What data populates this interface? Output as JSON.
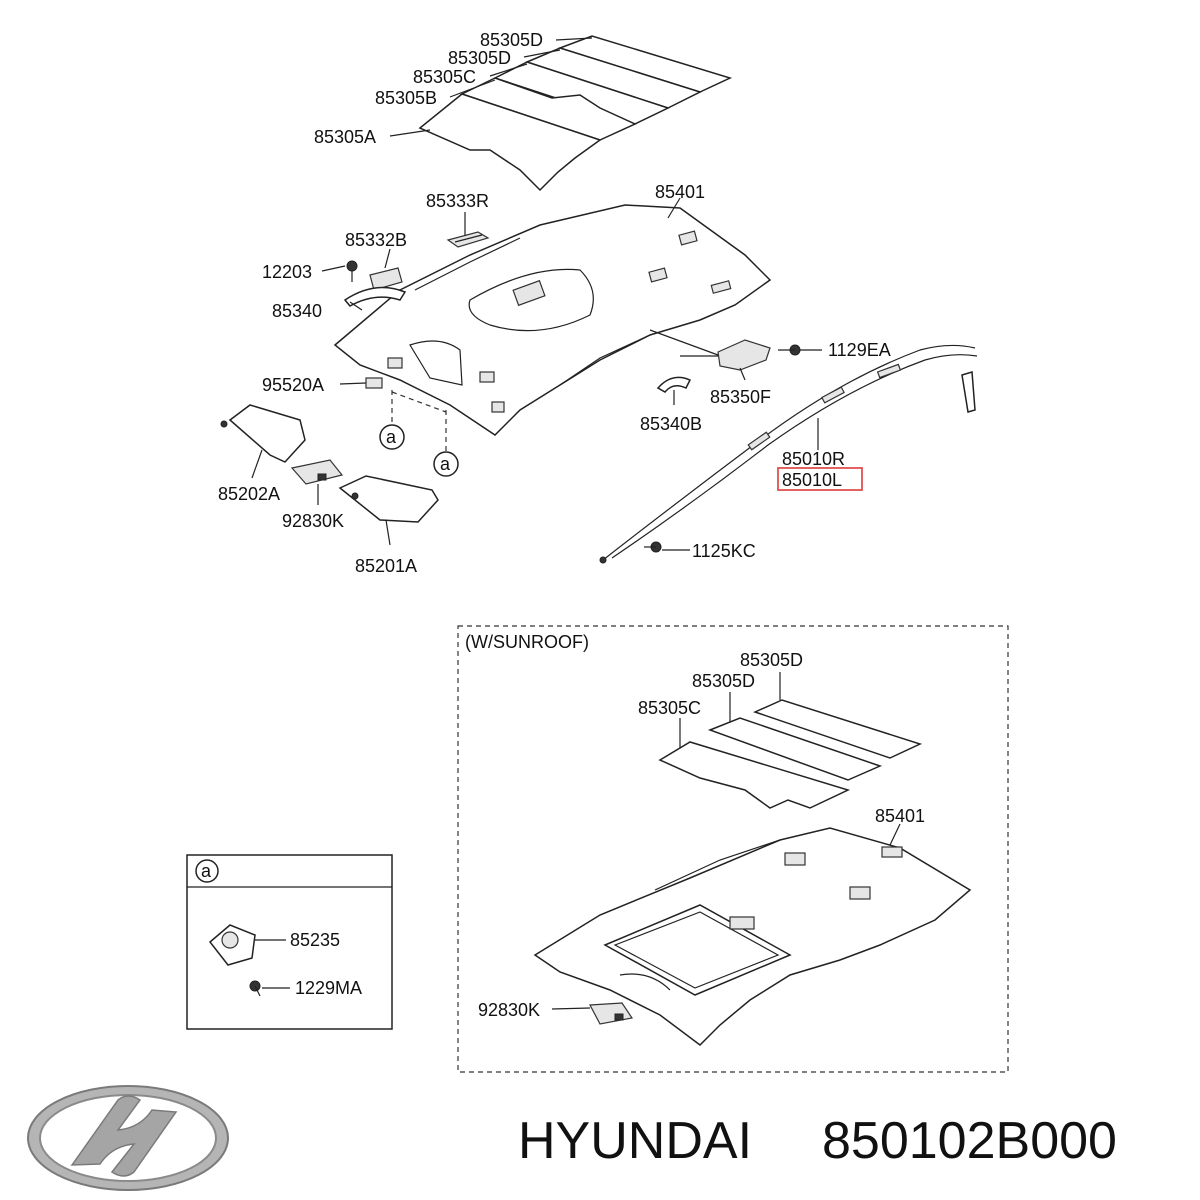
{
  "labels": {
    "p85305D_1": "85305D",
    "p85305D_2": "85305D",
    "p85305C": "85305C",
    "p85305B": "85305B",
    "p85305A": "85305A",
    "p85401": "85401",
    "p85333R": "85333R",
    "p85332B": "85332B",
    "p12203": "12203",
    "p85340": "85340",
    "p1129EA": "1129EA",
    "p85350F": "85350F",
    "p95520A": "95520A",
    "p85340B": "85340B",
    "p85010R": "85010R",
    "p85010L": "85010L",
    "p85202A": "85202A",
    "p92830K": "92830K",
    "p1125KC": "1125KC",
    "p85201A": "85201A",
    "ref_a_1": "a",
    "ref_a_2": "a"
  },
  "sunroof": {
    "title": "(W/SUNROOF)",
    "p85305D_1": "85305D",
    "p85305D_2": "85305D",
    "p85305C": "85305C",
    "p85401": "85401",
    "p92830K": "92830K"
  },
  "detail_a": {
    "ref": "a",
    "p85235": "85235",
    "p1229MA": "1229MA"
  },
  "footer": {
    "brand": "HYUNDAI",
    "part_number": "850102B000"
  },
  "colors": {
    "highlight": "#e05050",
    "line": "#222222",
    "logo": "#9a9a9a"
  },
  "icons": {
    "logo": "hyundai-logo-icon"
  }
}
